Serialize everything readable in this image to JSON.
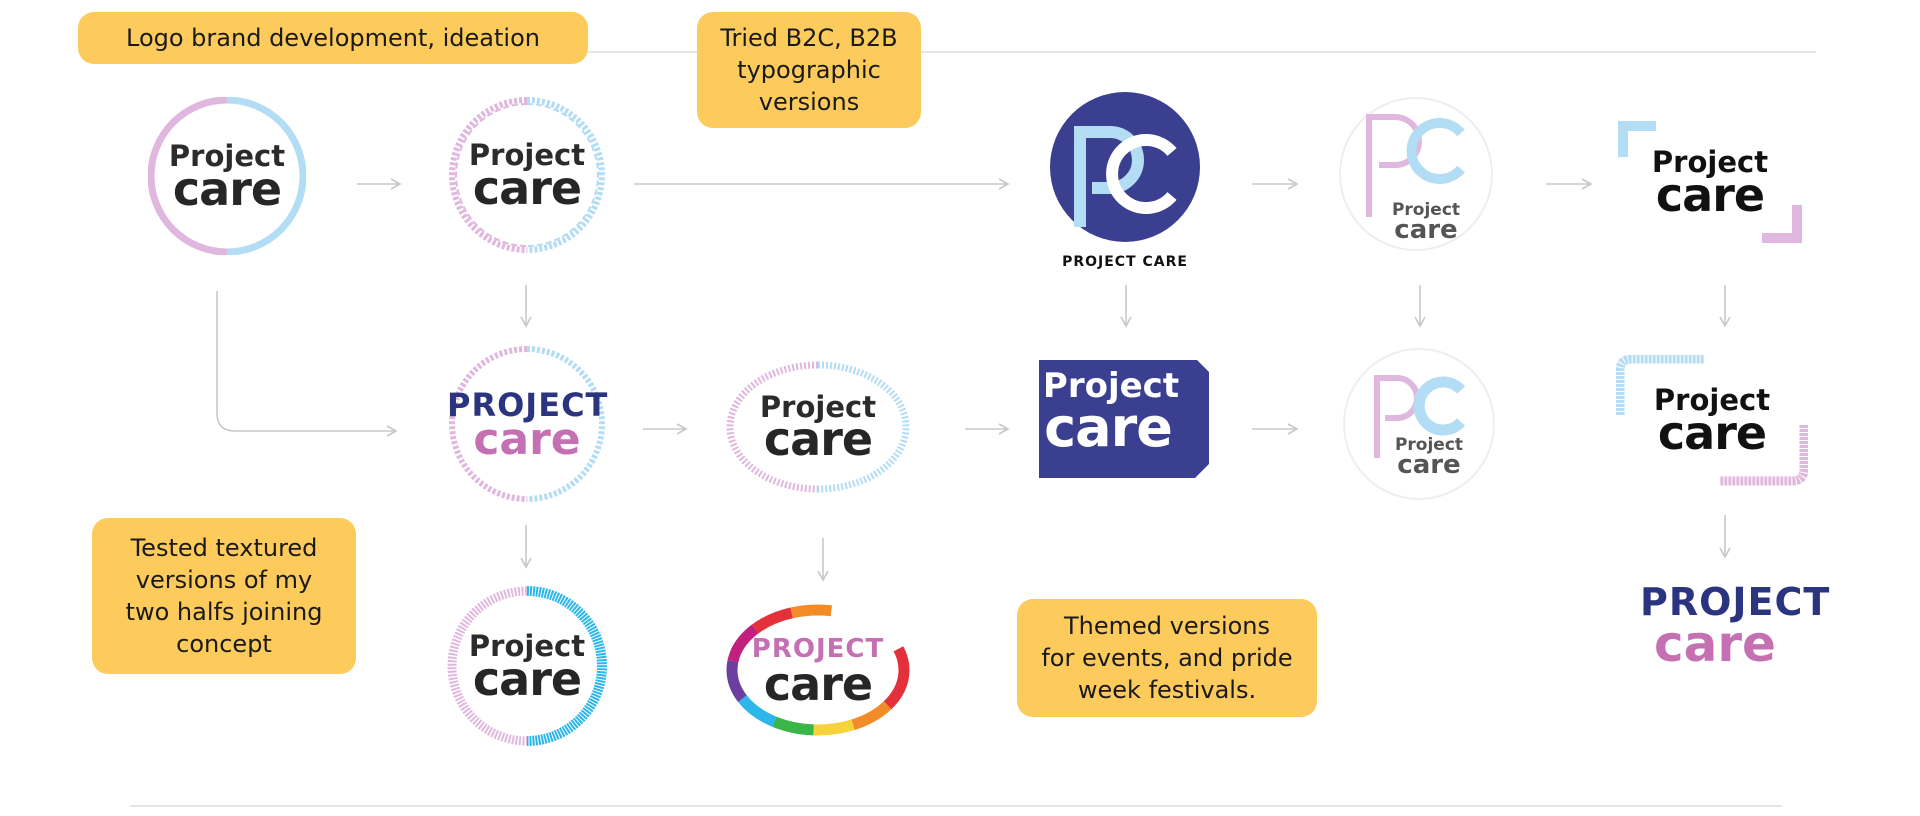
{
  "notes": {
    "ideation": "Logo brand development, ideation",
    "typographic": [
      "Tried B2C, B2B",
      "typographic",
      "versions"
    ],
    "textured": [
      "Tested textured",
      "versions of my",
      "two halfs joining",
      "concept"
    ],
    "themed": [
      "Themed versions",
      "for events, and pride",
      "week festivals."
    ]
  },
  "logo_text": {
    "project": "Project",
    "care": "care",
    "project_caps": "PROJECT",
    "pc_caption": "PROJECT CARE"
  },
  "colors": {
    "note_bg": "#fdca5c",
    "pink": "#e0b7de",
    "light_blue": "#b3dcf5",
    "navy": "#3b3f8f",
    "deep_navy": "#2b347f",
    "magenta": "#c470b3",
    "cyan": "#2db6ea",
    "arrow": "#c8c8c8"
  }
}
